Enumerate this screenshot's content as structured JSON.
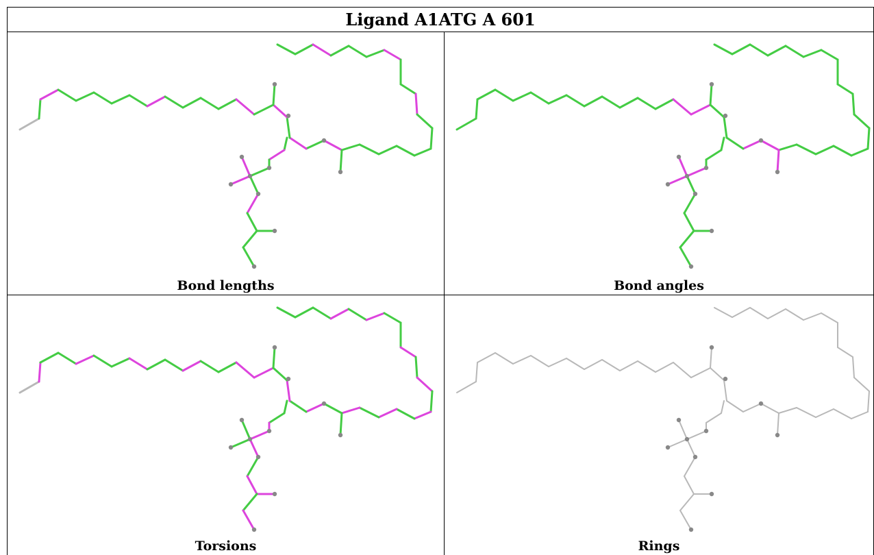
{
  "title": "Ligand A1ATG A 601",
  "panels": [
    {
      "caption": "Bond lengths"
    },
    {
      "caption": "Bond angles"
    },
    {
      "caption": "Torsions"
    },
    {
      "caption": "Rings"
    }
  ],
  "colors": {
    "ok": "#44cc44",
    "outlier": "#dd44dd",
    "neutral": "#b8b8b8",
    "atom": "#888888"
  }
}
